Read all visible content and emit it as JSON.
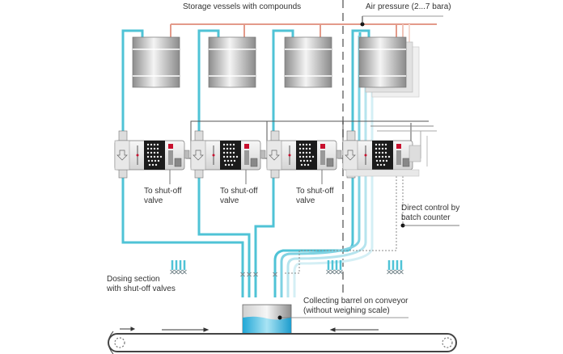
{
  "labels": {
    "storage_vessels": "Storage vessels with compounds",
    "air_pressure": "Air pressure (2...7 bara)",
    "shutoff_1_line1": "To shut-off",
    "shutoff_1_line2": "valve",
    "shutoff_2_line1": "To shut-off",
    "shutoff_2_line2": "valve",
    "shutoff_3_line1": "To shut-off",
    "shutoff_3_line2": "valve",
    "direct_control_line1": "Direct control by",
    "direct_control_line2": "batch counter",
    "dosing_line1": "Dosing section",
    "dosing_line2": "with shut-off valves",
    "barrel_line1": "Collecting barrel on conveyor",
    "barrel_line2": "(without weighing scale)"
  },
  "colors": {
    "compound_line": "#4fc3d6",
    "compound_line_light": "#a8dde8",
    "air_line": "#e39a8a",
    "control_line": "#555555",
    "vessel_dark": "#8c8c8c",
    "vessel_light": "#f2f2f2",
    "liquid": "#2eb1dc",
    "flowmeter_display": "#1b1b1b",
    "flowmeter_red": "#c8102e"
  },
  "vessel_count": 4,
  "flowmeter_count": 4,
  "dosing_groups": 3
}
